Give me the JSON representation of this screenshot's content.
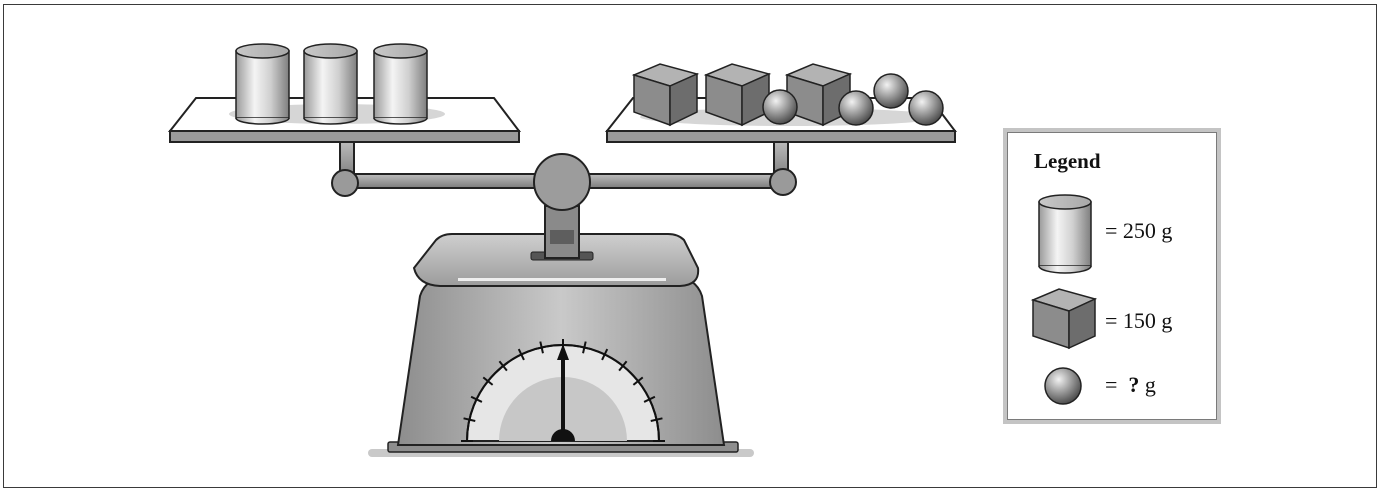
{
  "legend": {
    "title": "Legend",
    "items": [
      {
        "icon": "cylinder-icon",
        "equals": "=",
        "value": "250",
        "unit": "g"
      },
      {
        "icon": "cube-icon",
        "equals": "=",
        "value": "150",
        "unit": "g"
      },
      {
        "icon": "sphere-icon",
        "equals": "=",
        "value": "?",
        "unit": "g"
      }
    ]
  },
  "scale": {
    "left_pan_items": [
      "cylinder",
      "cylinder",
      "cylinder"
    ],
    "right_pan_items": [
      "cube",
      "cube",
      "cube",
      "sphere",
      "sphere",
      "sphere",
      "sphere"
    ]
  }
}
